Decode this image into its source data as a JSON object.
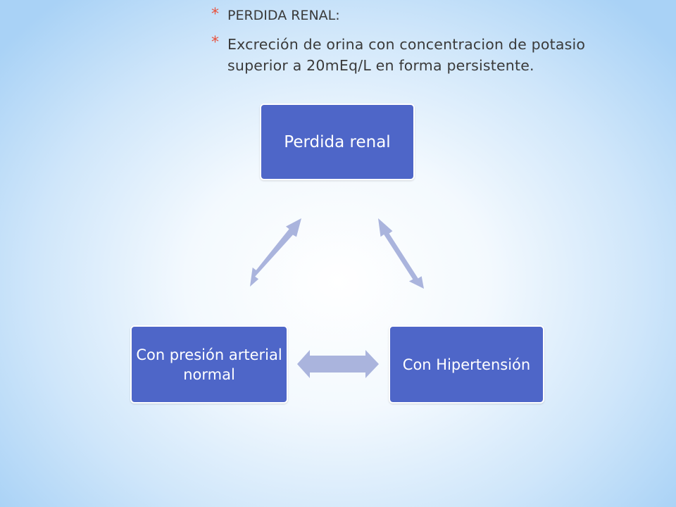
{
  "bullets": [
    {
      "star": "*",
      "text": "PERDIDA RENAL:"
    },
    {
      "star": "*",
      "text_line1": "Excreción de orina con concentracion de potasio",
      "text_line2": "superior a 20mEq/L en forma persistente."
    }
  ],
  "diagram": {
    "type": "cycle",
    "nodes": {
      "top": "Perdida renal",
      "right": "Con Hipertensión",
      "left": "Con presión arterial normal"
    },
    "connections": [
      {
        "from": "top",
        "to": "left",
        "style": "double-arrow"
      },
      {
        "from": "top",
        "to": "right",
        "style": "double-arrow"
      },
      {
        "from": "left",
        "to": "right",
        "style": "double-arrow"
      }
    ],
    "colors": {
      "node_fill": "#4e66c8",
      "node_text": "#ffffff",
      "arrow_fill": "#aab4dd",
      "bullet_star": "#e8513c"
    }
  }
}
